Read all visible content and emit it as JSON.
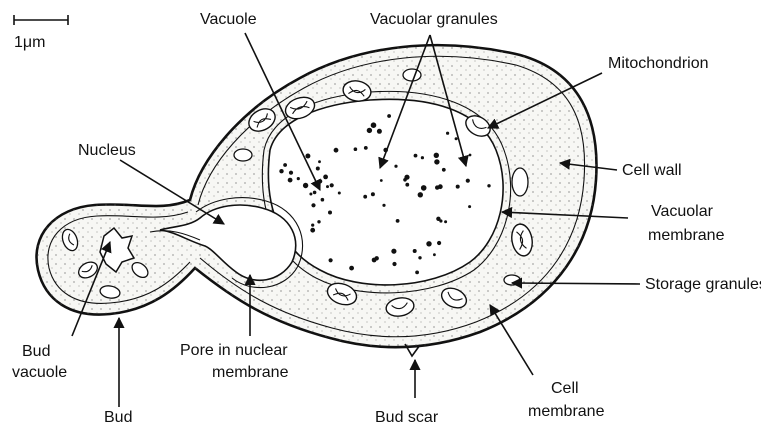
{
  "scale_bar": {
    "label": "1μm"
  },
  "labels": {
    "vacuole": "Vacuole",
    "vacuolar_granules": "Vacuolar granules",
    "mitochondrion": "Mitochondrion",
    "nucleus": "Nucleus",
    "cell_wall": "Cell wall",
    "vacuolar_membrane_1": "Vacuolar",
    "vacuolar_membrane_2": "membrane",
    "storage_granules": "Storage granules",
    "bud_vacuole_1": "Bud",
    "bud_vacuole_2": "vacuole",
    "pore_1": "Pore in nuclear",
    "pore_2": "membrane",
    "cell_membrane_1": "Cell",
    "cell_membrane_2": "membrane",
    "bud": "Bud",
    "bud_scar": "Bud scar"
  },
  "colors": {
    "ink": "#111111",
    "cytoplasm": "#f7f7f4",
    "paper": "#ffffff"
  }
}
